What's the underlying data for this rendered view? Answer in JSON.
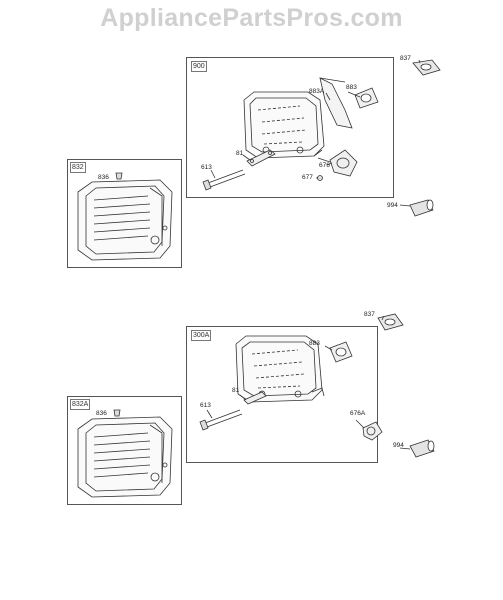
{
  "watermark": "AppliancePartsPros.com",
  "assemblies": {
    "top_muffler_box": "900",
    "top_guard_box": "832",
    "bottom_muffler_box": "300A",
    "bottom_guard_box": "832A"
  },
  "callouts": {
    "top": {
      "p837": "837",
      "p883": "883",
      "p883A": "883A",
      "p81": "81",
      "p613": "613",
      "p676": "676",
      "p677": "677",
      "p994": "994",
      "p836": "836"
    },
    "bottom": {
      "p837": "837",
      "p883": "883",
      "p81": "81",
      "p613": "613",
      "p676A": "676A",
      "p994": "994",
      "p836": "836"
    }
  }
}
